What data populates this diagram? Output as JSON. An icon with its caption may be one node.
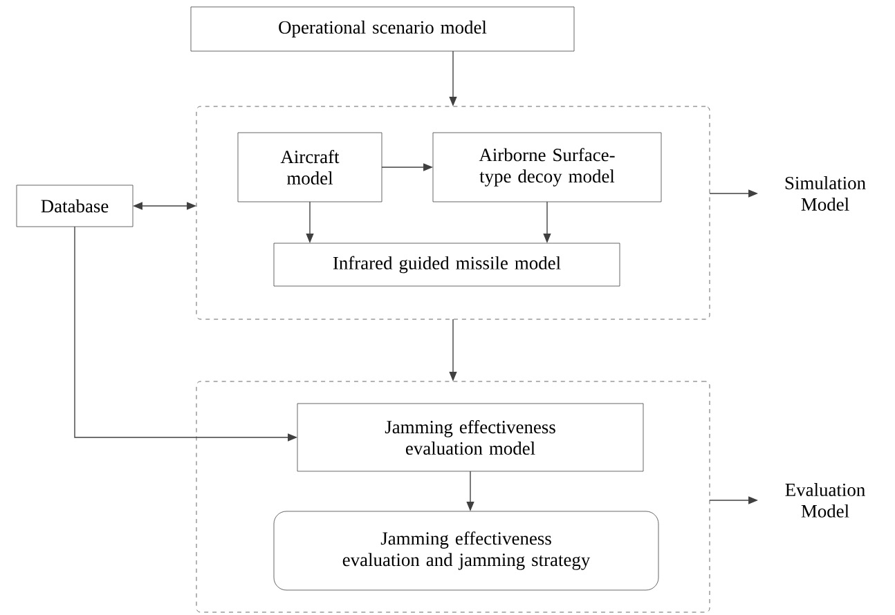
{
  "diagram": {
    "nodes": [
      {
        "text": [
          "Operational scenario model"
        ]
      },
      {
        "text": [],
        "shape": "box"
      },
      {
        "text": [
          "Aircraft model"
        ],
        "in": 1
      },
      {
        "text": [
          "Airborne Surface-type decoy model"
        ],
        "in": 1
      },
      {
        "text": [
          "Infrared guided missile model"
        ],
        "in": 1
      },
      {
        "text": [
          "Database"
        ]
      },
      {
        "text": [
          "Simulation Model"
        ]
      },
      {
        "text": [],
        "shape": "box"
      },
      {
        "text": [
          "Jamming effectiveness evaluation model"
        ],
        "in": 7
      },
      {
        "text": [
          "Jamming effectiveness evaluation and jamming strategy"
        ],
        "in": 7
      },
      {
        "text": [
          "Evaluation Model"
        ]
      }
    ],
    "edges": [
      {
        "from": 0,
        "to": 1,
        "arrow": "to"
      },
      {
        "from": 2,
        "to": 3,
        "arrow": "to"
      },
      {
        "from": 2,
        "to": 4,
        "arrow": "to"
      },
      {
        "from": 3,
        "to": 4,
        "arrow": "to"
      },
      {
        "from": 5,
        "to": 1,
        "arrow": "both"
      },
      {
        "from": 1,
        "to": 6,
        "arrow": "to"
      },
      {
        "from": 1,
        "to": 7,
        "arrow": "to"
      },
      {
        "from": 5,
        "to": 8,
        "arrow": "to"
      },
      {
        "from": 8,
        "to": 9,
        "arrow": "to"
      },
      {
        "from": 7,
        "to": 10,
        "arrow": "to"
      }
    ]
  }
}
